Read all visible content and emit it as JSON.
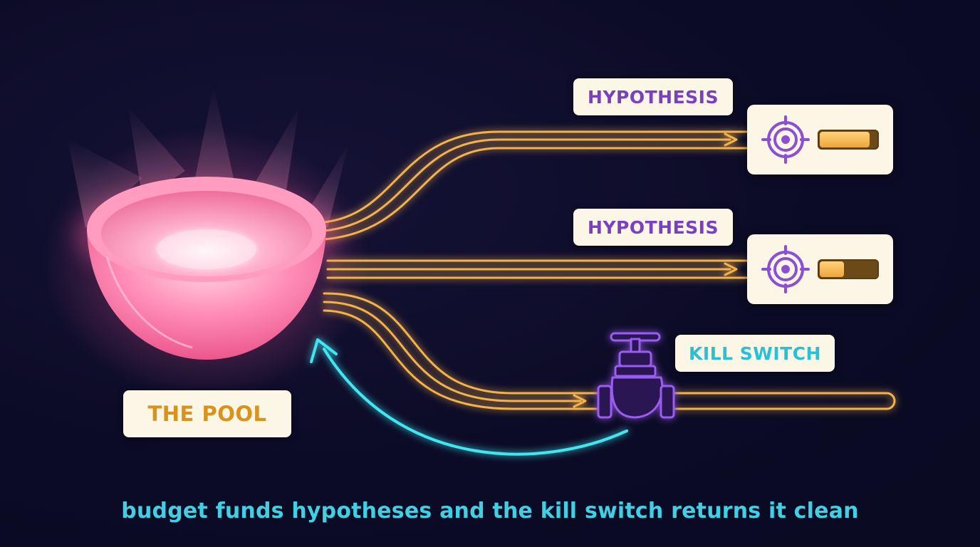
{
  "labels": {
    "hypothesis_1": "HYPOTHESIS",
    "hypothesis_2": "HYPOTHESIS",
    "kill_switch": "KILL SWITCH",
    "pool": "THE POOL"
  },
  "caption": "budget funds hypotheses and the kill switch returns it clean",
  "hypotheses": [
    {
      "progress": 0.88
    },
    {
      "progress": 0.42
    }
  ],
  "colors": {
    "background": "#0c0b26",
    "pool": "#ff7aa8",
    "flow": "#f4b24a",
    "return_arrow": "#3fe6f0",
    "valve": "#8a4de8",
    "hypothesis_text": "#7a3fc2",
    "kill_switch_text": "#27c1d6",
    "pool_text": "#d9921a",
    "caption_text": "#3fd0e4"
  },
  "icons": {
    "pool": "bowl-icon",
    "target": "target-icon",
    "valve": "valve-icon"
  }
}
